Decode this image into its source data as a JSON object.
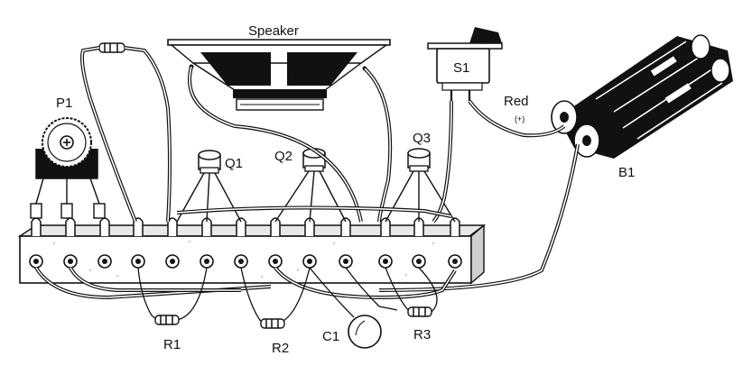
{
  "labels": {
    "speaker": "Speaker",
    "p1": "P1",
    "s1": "S1",
    "red": "Red",
    "plus": "(+)",
    "q1": "Q1",
    "q2": "Q2",
    "q3": "Q3",
    "b1": "B1",
    "r1": "R1",
    "r2": "R2",
    "r3": "R3",
    "c1": "C1"
  },
  "terminal_strip": {
    "terminal_count": 13
  },
  "colors": {
    "ink": "#111111",
    "paper": "#ffffff"
  }
}
